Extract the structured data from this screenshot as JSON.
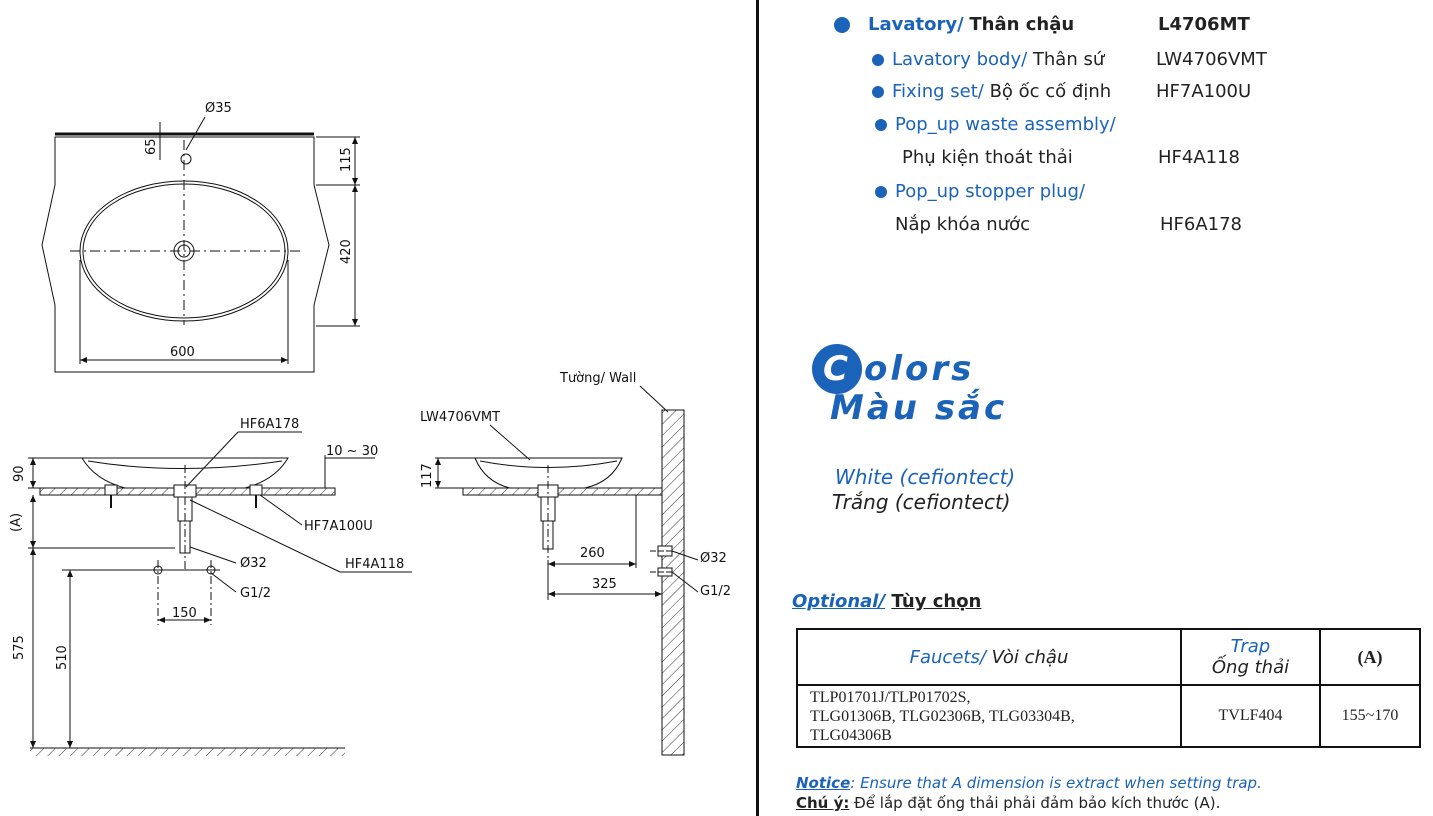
{
  "spec": {
    "lavatory": {
      "en": "Lavatory/",
      "vi": "Thân chậu",
      "code": "L4706MT"
    },
    "body": {
      "en": "Lavatory body/",
      "vi": "Thân sứ",
      "code": "LW4706VMT"
    },
    "fixing": {
      "en": "Fixing set/",
      "vi": "Bộ ốc cố định",
      "code": "HF7A100U"
    },
    "waste": {
      "en": "Pop_up waste assembly/",
      "vi": "Phụ kiện thoát thải",
      "code": "HF4A118"
    },
    "stopper": {
      "en": "Pop_up stopper plug/",
      "vi": "Nắp khóa nước",
      "code": "HF6A178"
    }
  },
  "colors": {
    "title_badge": "C",
    "title_rest": "olors",
    "title_vi": "Màu sắc",
    "item_en": "White (cefiontect)",
    "item_vi": "Trắng (cefiontect)"
  },
  "optional": {
    "title_en": "Optional/",
    "title_vi": "Tùy chọn",
    "headers": {
      "faucet_en": "Faucets/",
      "faucet_vi": "Vòi chậu",
      "trap_en": "Trap",
      "trap_vi": "Ống thải",
      "a": "(A)"
    },
    "row": {
      "faucets": [
        "TLP01701J/TLP01702S,",
        "TLG01306B, TLG02306B, TLG03304B,",
        "TLG04306B"
      ],
      "trap": "TVLF404",
      "a": "155~170"
    }
  },
  "notice": {
    "en_label": "Notice",
    "en_text": ": Ensure that A dimension is extract when setting trap.",
    "vi_label": "Chú ý:",
    "vi_text": "Để lắp đặt ống thải phải đảm bảo kích thước (A)."
  },
  "drawing": {
    "d35": "Ø35",
    "d65": "65",
    "d115": "115",
    "d420": "420",
    "d600": "600",
    "wall": "Tường/ Wall",
    "hf6a178": "HF6A178",
    "range1030": "10 ~ 30",
    "lw4706vmt": "LW4706VMT",
    "d90": "90",
    "d117": "117",
    "a_label": "(A)",
    "hf7a100u": "HF7A100U",
    "hf4a118": "HF4A118",
    "d260": "260",
    "d32a": "Ø32",
    "d32b": "Ø32",
    "g12a": "G1/2",
    "g12b": "G1/2",
    "d325": "325",
    "d150": "150",
    "d575": "575",
    "d510": "510"
  }
}
